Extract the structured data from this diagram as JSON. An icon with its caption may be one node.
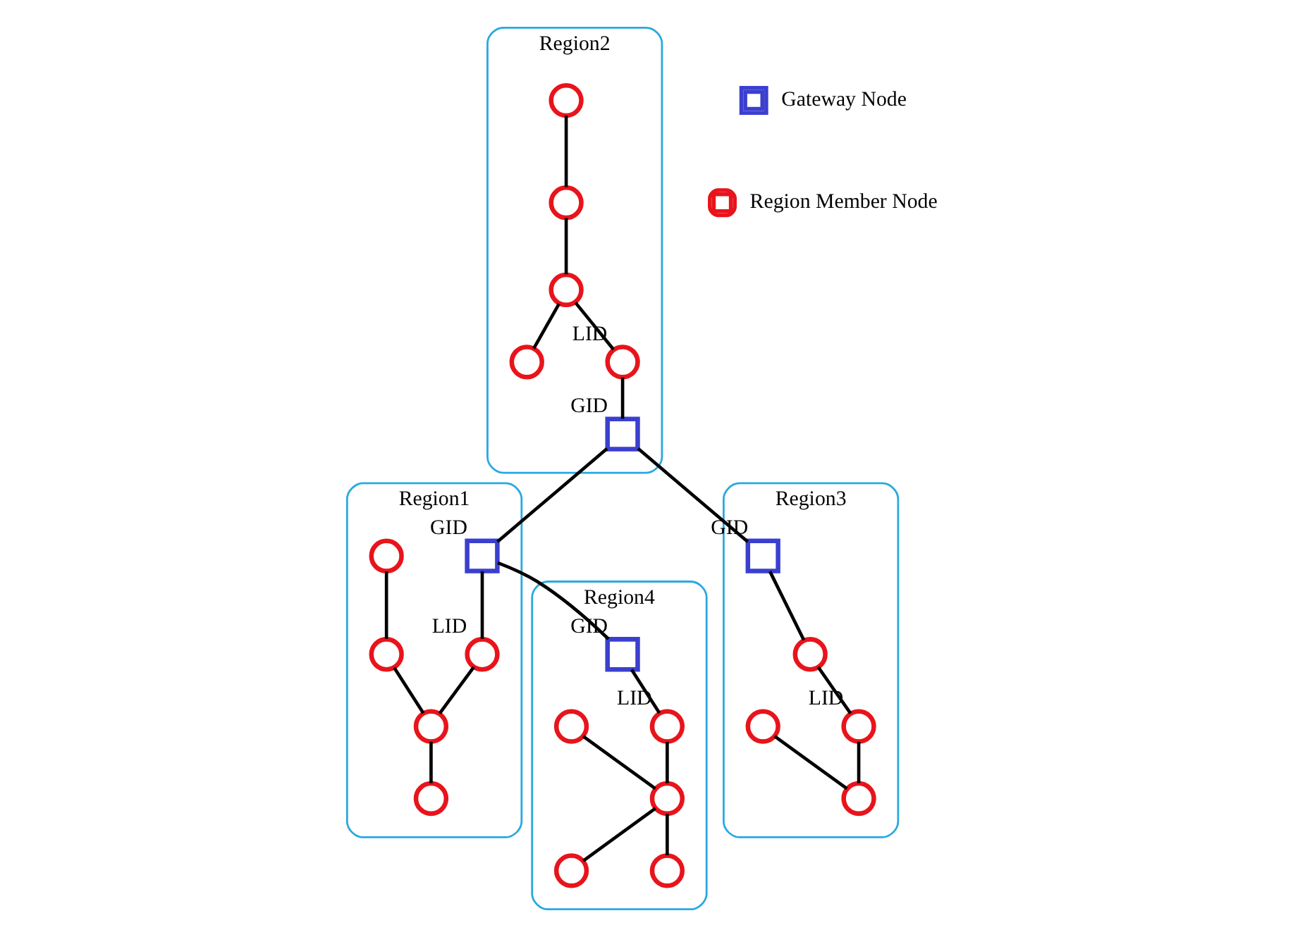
{
  "diagram": {
    "nodes": [
      {
        "text": [
          "Region2"
        ]
      },
      {
        "text": [],
        "shape": "circle",
        "in": 0
      },
      {
        "text": [],
        "shape": "circle",
        "in": 0
      },
      {
        "text": [],
        "shape": "circle",
        "in": 0
      },
      {
        "text": [],
        "shape": "circle",
        "in": 0
      },
      {
        "text": [],
        "shape": "circle",
        "in": 0,
        "beside": [
          "LID"
        ]
      },
      {
        "text": [],
        "shape": "box",
        "in": 0,
        "beside": [
          "GID"
        ]
      },
      {
        "text": [
          "Region1"
        ]
      },
      {
        "text": [],
        "shape": "circle",
        "in": 7
      },
      {
        "text": [],
        "shape": "circle",
        "in": 7
      },
      {
        "text": [],
        "shape": "circle",
        "in": 7,
        "beside": [
          "LID"
        ]
      },
      {
        "text": [],
        "shape": "circle",
        "in": 7
      },
      {
        "text": [],
        "shape": "box",
        "in": 7,
        "beside": [
          "GID"
        ]
      },
      {
        "text": [],
        "shape": "circle",
        "in": 7
      },
      {
        "text": [
          "Region3"
        ]
      },
      {
        "text": [],
        "shape": "box",
        "in": 14,
        "beside": [
          "GID"
        ]
      },
      {
        "text": [],
        "shape": "circle",
        "in": 14
      },
      {
        "text": [],
        "shape": "circle",
        "in": 14,
        "beside": [
          "LID"
        ]
      },
      {
        "text": [],
        "shape": "circle",
        "in": 14
      },
      {
        "text": [],
        "shape": "circle",
        "in": 14
      },
      {
        "text": [
          "Region4"
        ]
      },
      {
        "text": [],
        "shape": "box",
        "in": 20,
        "beside": [
          "GID"
        ]
      },
      {
        "text": [],
        "shape": "circle",
        "in": 20,
        "beside": [
          "LID"
        ]
      },
      {
        "text": [],
        "shape": "circle",
        "in": 20
      },
      {
        "text": [],
        "shape": "circle",
        "in": 20
      },
      {
        "text": [],
        "shape": "circle",
        "in": 20
      },
      {
        "text": [],
        "shape": "circle",
        "in": 20
      }
    ],
    "edges": [
      {
        "from": 1,
        "to": 2,
        "arrow": "none"
      },
      {
        "from": 2,
        "to": 3,
        "arrow": "none"
      },
      {
        "from": 3,
        "to": 4,
        "arrow": "none"
      },
      {
        "from": 3,
        "to": 5,
        "arrow": "none"
      },
      {
        "from": 5,
        "to": 6,
        "arrow": "none"
      },
      {
        "from": 6,
        "to": 12,
        "arrow": "none"
      },
      {
        "from": 6,
        "to": 15,
        "arrow": "none"
      },
      {
        "from": 12,
        "to": 21,
        "arrow": "none"
      },
      {
        "from": 12,
        "to": 10,
        "arrow": "none"
      },
      {
        "from": 10,
        "to": 11,
        "arrow": "none"
      },
      {
        "from": 8,
        "to": 9,
        "arrow": "none"
      },
      {
        "from": 9,
        "to": 11,
        "arrow": "none"
      },
      {
        "from": 11,
        "to": 13,
        "arrow": "none"
      },
      {
        "from": 15,
        "to": 16,
        "arrow": "none"
      },
      {
        "from": 16,
        "to": 17,
        "arrow": "none"
      },
      {
        "from": 17,
        "to": 19,
        "arrow": "none"
      },
      {
        "from": 19,
        "to": 18,
        "arrow": "none"
      },
      {
        "from": 21,
        "to": 22,
        "arrow": "none"
      },
      {
        "from": 22,
        "to": 24,
        "arrow": "none"
      },
      {
        "from": 24,
        "to": 23,
        "arrow": "none"
      },
      {
        "from": 24,
        "to": 25,
        "arrow": "none"
      },
      {
        "from": 24,
        "to": 26,
        "arrow": "none"
      }
    ],
    "legend": [
      {
        "text": "Gateway Node"
      },
      {
        "text": "Region Member Node"
      }
    ]
  }
}
